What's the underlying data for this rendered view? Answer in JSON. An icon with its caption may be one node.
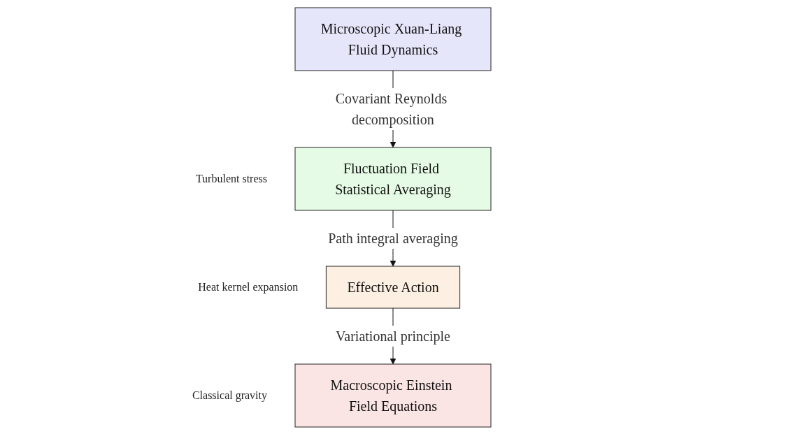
{
  "diagram": {
    "nodes": [
      {
        "text": [
          "Microscopic Xuan-Liang Fluid Dynamics"
        ]
      },
      {
        "text": [
          "Fluctuation Field Statistical Averaging"
        ],
        "beside": [
          "Turbulent stress"
        ]
      },
      {
        "text": [
          "Effective Action"
        ],
        "beside": [
          "Heat kernel expansion"
        ]
      },
      {
        "text": [
          "Macroscopic Einstein Field Equations"
        ],
        "beside": [
          "Classical gravity"
        ]
      }
    ],
    "edges": [
      {
        "from": 0,
        "to": 1,
        "arrow": "to",
        "label": "Covariant Reynolds decomposition"
      },
      {
        "from": 1,
        "to": 2,
        "arrow": "to",
        "label": "Path integral averaging"
      },
      {
        "from": 2,
        "to": 3,
        "arrow": "to",
        "label": "Variational principle"
      }
    ]
  }
}
